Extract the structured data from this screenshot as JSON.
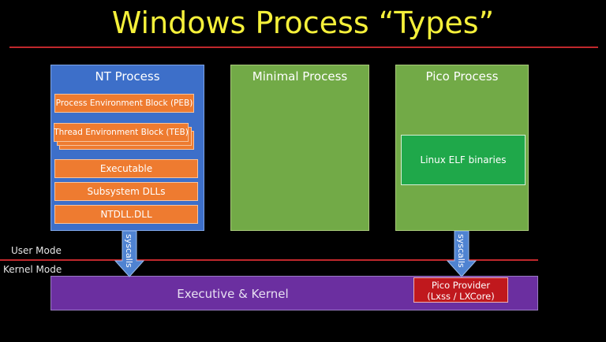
{
  "title": "Windows Process “Types”",
  "modes": {
    "user": "User Mode",
    "kernel": "Kernel Mode"
  },
  "panels": {
    "nt": {
      "title": "NT Process",
      "boxes": {
        "peb": "Process Environment Block (PEB)",
        "teb": "Thread Environment Block (TEB)",
        "executable": "Executable",
        "subsystem": "Subsystem DLLs",
        "ntdll": "NTDLL.DLL"
      }
    },
    "minimal": {
      "title": "Minimal Process"
    },
    "pico": {
      "title": "Pico Process",
      "elf": "Linux ELF binaries"
    }
  },
  "arrows": {
    "left": "syscalls",
    "right": "syscalls"
  },
  "kernel": {
    "label": "Executive & Kernel",
    "provider_line1": "Pico Provider",
    "provider_line2": "(Lxss / LXCore)"
  },
  "colors": {
    "background": "#000000",
    "title": "#f5f03a",
    "rule": "#c0282c",
    "nt_panel": "#3d6fc9",
    "green_panel": "#72aa47",
    "orange_box": "#ee7b30",
    "elf_box": "#1fa84a",
    "kernel": "#6b2fa0",
    "provider": "#c0181d"
  }
}
